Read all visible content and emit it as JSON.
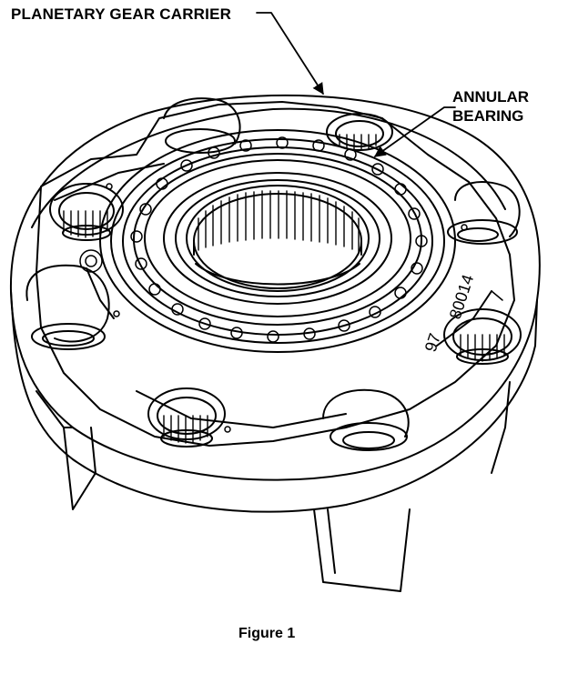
{
  "labels": {
    "carrier": "PLANETARY GEAR CARRIER",
    "annular_line1": "ANNULAR",
    "annular_line2": "BEARING",
    "figure": "Figure 1"
  },
  "stamp": {
    "prefix": "97",
    "serial": "80014"
  }
}
